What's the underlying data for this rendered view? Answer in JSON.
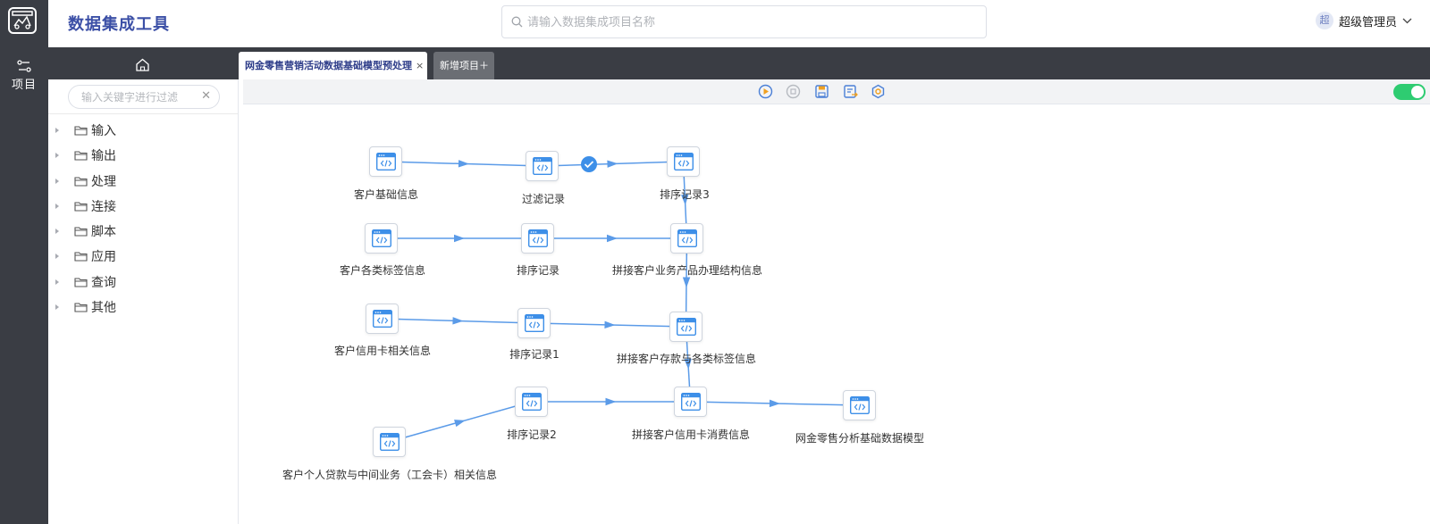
{
  "app": {
    "title": "数据集成工具"
  },
  "rail": {
    "nav_label": "项目"
  },
  "search": {
    "placeholder": "请输入数据集成项目名称",
    "value": ""
  },
  "user": {
    "avatar_char": "超",
    "name": "超级管理员"
  },
  "tabs": [
    {
      "label": "网金零售营销活动数据基础模型预处理",
      "close": "×",
      "active": true
    },
    {
      "label": "新增项目＋",
      "active": false
    }
  ],
  "sidebar": {
    "filter_placeholder": "输入关键字进行过滤",
    "clear_label": "✕",
    "items": [
      "输入",
      "输出",
      "处理",
      "连接",
      "脚本",
      "应用",
      "查询",
      "其他"
    ]
  },
  "toolbar": {
    "tools": [
      "run-icon",
      "stop-icon",
      "save-icon",
      "export-icon",
      "settings-icon"
    ],
    "toggle_on": true,
    "accent": "#3d8fe8",
    "toggle_color": "#2ecc71"
  },
  "canvas": {
    "nodes": [
      {
        "id": "n1",
        "label": "客户基础信息"
      },
      {
        "id": "n2",
        "label": "过滤记录"
      },
      {
        "id": "n3",
        "label": "排序记录3"
      },
      {
        "id": "n4",
        "label": "客户各类标签信息"
      },
      {
        "id": "n5",
        "label": "排序记录"
      },
      {
        "id": "n6",
        "label": "拼接客户业务产品办理结构信息"
      },
      {
        "id": "n7",
        "label": "客户信用卡相关信息"
      },
      {
        "id": "n8",
        "label": "排序记录1"
      },
      {
        "id": "n9",
        "label": "拼接客户存款与各类标签信息"
      },
      {
        "id": "n10",
        "label": "排序记录2"
      },
      {
        "id": "n11",
        "label": "拼接客户信用卡消费信息"
      },
      {
        "id": "n12",
        "label": "网金零售分析基础数据模型"
      },
      {
        "id": "n13",
        "label": "客户个人贷款与中间业务（工会卡）相关信息"
      }
    ],
    "edges": [
      [
        "n1",
        "n2"
      ],
      [
        "n2",
        "n3"
      ],
      [
        "n3",
        "n6"
      ],
      [
        "n4",
        "n5"
      ],
      [
        "n5",
        "n6"
      ],
      [
        "n6",
        "n9"
      ],
      [
        "n7",
        "n8"
      ],
      [
        "n8",
        "n9"
      ],
      [
        "n9",
        "n11"
      ],
      [
        "n13",
        "n10"
      ],
      [
        "n10",
        "n11"
      ],
      [
        "n11",
        "n12"
      ]
    ],
    "edge_color": "#5b9be8",
    "validated_edge": [
      "n2",
      "n3"
    ]
  }
}
